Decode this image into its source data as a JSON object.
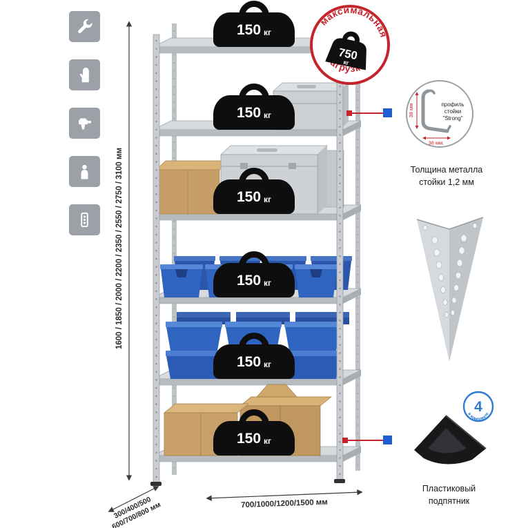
{
  "stamp": {
    "arc_top": "максимальная",
    "arc_bottom": "нагрузка",
    "value": "750",
    "unit": "кг"
  },
  "shelf_loads": [
    {
      "value": "150",
      "unit": "кг"
    },
    {
      "value": "150",
      "unit": "кг"
    },
    {
      "value": "150",
      "unit": "кг"
    },
    {
      "value": "150",
      "unit": "кг"
    },
    {
      "value": "150",
      "unit": "кг"
    },
    {
      "value": "150",
      "unit": "кг"
    }
  ],
  "dimensions": {
    "heights": "1600 / 1850 / 2000 / 2200 / 2350 / 2550 / 2750 / 3100 мм",
    "depths_line1": "300/400/500",
    "depths_line2": "600/700/800 мм",
    "widths": "700/1000/1200/1500 мм"
  },
  "profile_callout": {
    "line1": "профиль",
    "line2": "стойки",
    "line3": "\"Strong\"",
    "dim_v": "38 мм",
    "dim_h": "38 мм.",
    "caption1": "Толщина металла",
    "caption2": "стойки 1,2 мм"
  },
  "foot_callout": {
    "badge_number": "4",
    "badge_text": "в комплекте",
    "caption1": "Пластиковый",
    "caption2": "подпятник"
  },
  "sidebar_icons": [
    "wrench-icon",
    "gloves-icon",
    "drill-icon",
    "person-icon",
    "rack-post-icon"
  ],
  "colors": {
    "accent_red": "#c5242c",
    "accent_blue": "#1e5ed2",
    "metal_gray": "#d8dbde",
    "bin_blue": "#2f64c0",
    "cardboard_tan": "#c9a069",
    "icon_gray": "#9ba1a6"
  }
}
